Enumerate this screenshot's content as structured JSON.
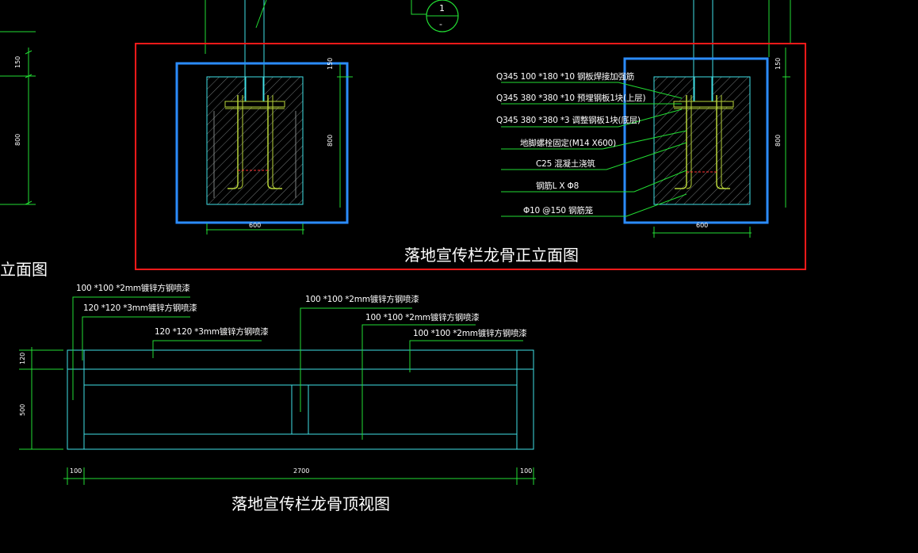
{
  "colors": {
    "background": "#000000",
    "frame_red": "#ff1a1a",
    "frame_blue": "#2b8cff",
    "geometry_cyan": "#3fe0e6",
    "leader_green": "#22dd33",
    "hatch_grey": "#9aa0a0",
    "text_white": "#ffffff",
    "rebar_yellow_green": "#b7d33a",
    "red_marker": "#ff3030"
  },
  "top_left_partial": {
    "title": "立面图",
    "dim_150": "150",
    "dim_800": "800"
  },
  "section_marker": {
    "top": "1",
    "bottom": "-"
  },
  "elevation": {
    "title": "落地宣传栏龙骨正立面图",
    "left_detail": {
      "dim_150": "150",
      "dim_800": "800",
      "dim_600": "600"
    },
    "right_detail": {
      "dim_150": "150",
      "dim_800": "800",
      "dim_600": "600"
    },
    "callouts": [
      "Q345  100 *180 *10 钢板焊接加强筋",
      "Q345  380 *380 *10 预埋钢板1块(上层)",
      "Q345  380 *380 *3 调整钢板1块(底层)",
      "地脚螺栓固定(M14 X600)",
      "C25 混凝土浇筑",
      "钢筋L X Φ8",
      "Φ10 @150 钢筋笼"
    ]
  },
  "plan": {
    "title": "落地宣传栏龙骨顶视图",
    "labels": [
      "100 *100 *2mm镀锌方钢喷漆",
      "120 *120 *3mm镀锌方钢喷漆",
      "120 *120 *3mm镀锌方钢喷漆",
      "100 *100 *2mm镀锌方钢喷漆",
      "100 *100 *2mm镀锌方钢喷漆",
      "100 *100 *2mm镀锌方钢喷漆"
    ],
    "dim_120": "120",
    "dim_500": "500",
    "dim_left": "100",
    "dim_middle": "2700",
    "dim_right": "100"
  }
}
